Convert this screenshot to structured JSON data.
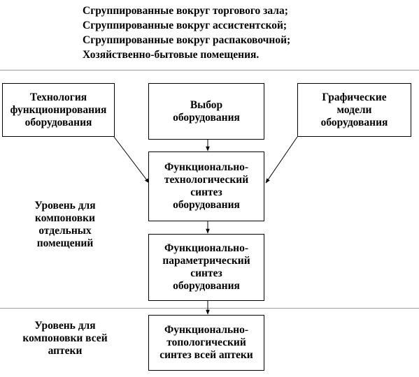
{
  "header": {
    "items": [
      "Сгруппированные вокруг торгового зала;",
      "Сгруппированные вокруг ассистентской;",
      "Сгруппированные вокруг распаковочной;",
      "Хозяйственно-бытовые помещения."
    ]
  },
  "boxes": {
    "technology": "Технология\nфункционирования\nоборудования",
    "selection": "Выбор\nоборудования",
    "graphic": "Графические\nмодели\nоборудования",
    "func_tech": "Функционально-\nтехнологический\nсинтез\nоборудования",
    "func_param": "Функционально-\nпараметрический\nсинтез\nоборудования",
    "func_topo": "Функционально-\nтопологический\nсинтез всей аптеки"
  },
  "levels": {
    "rooms": "Уровень для\nкомпоновки\nотдельных\nпомещений",
    "pharmacy": "Уровень для\nкомпоновки всей\nаптеки"
  }
}
